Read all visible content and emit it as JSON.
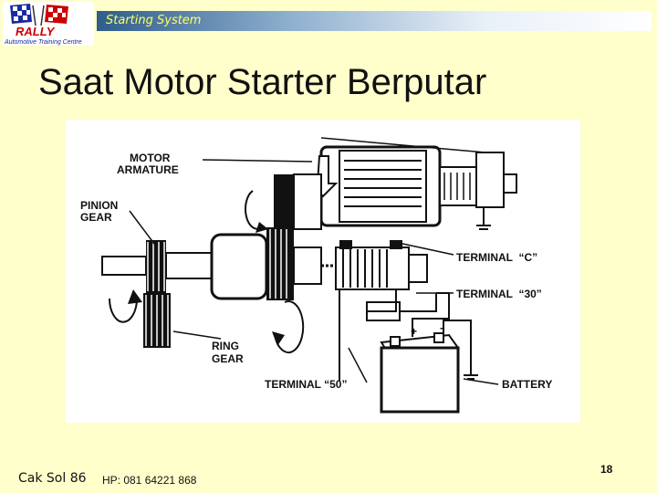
{
  "header": {
    "logo_text": "RALLY",
    "logo_subtext": "Automotive Training Centre",
    "section_title": "Starting System"
  },
  "slide": {
    "title": "Saat Motor Starter Berputar"
  },
  "diagram": {
    "labels": {
      "motor_armature_1": "MOTOR",
      "motor_armature_2": "ARMATURE",
      "pinion_gear_1": "PINION",
      "pinion_gear_2": "GEAR",
      "ring_gear_1": "RING",
      "ring_gear_2": "GEAR",
      "terminal_c": "TERMINAL  “C”",
      "terminal_30": "TERMINAL  “30”",
      "terminal_50": "TERMINAL “50”",
      "battery": "BATTERY"
    },
    "icons": [
      "motor-armature-icon",
      "pinion-gear-icon",
      "ring-gear-icon",
      "solenoid-icon",
      "battery-icon"
    ]
  },
  "footer": {
    "author": "Cak Sol 86",
    "phone": "HP: 081 64221 868",
    "page_number": "18"
  },
  "colors": {
    "background": "#ffffcc",
    "header_bar_start": "#2f5d8a",
    "header_text": "#ffff66",
    "logo_red": "#cc0000",
    "logo_blue": "#1a2aa0"
  }
}
